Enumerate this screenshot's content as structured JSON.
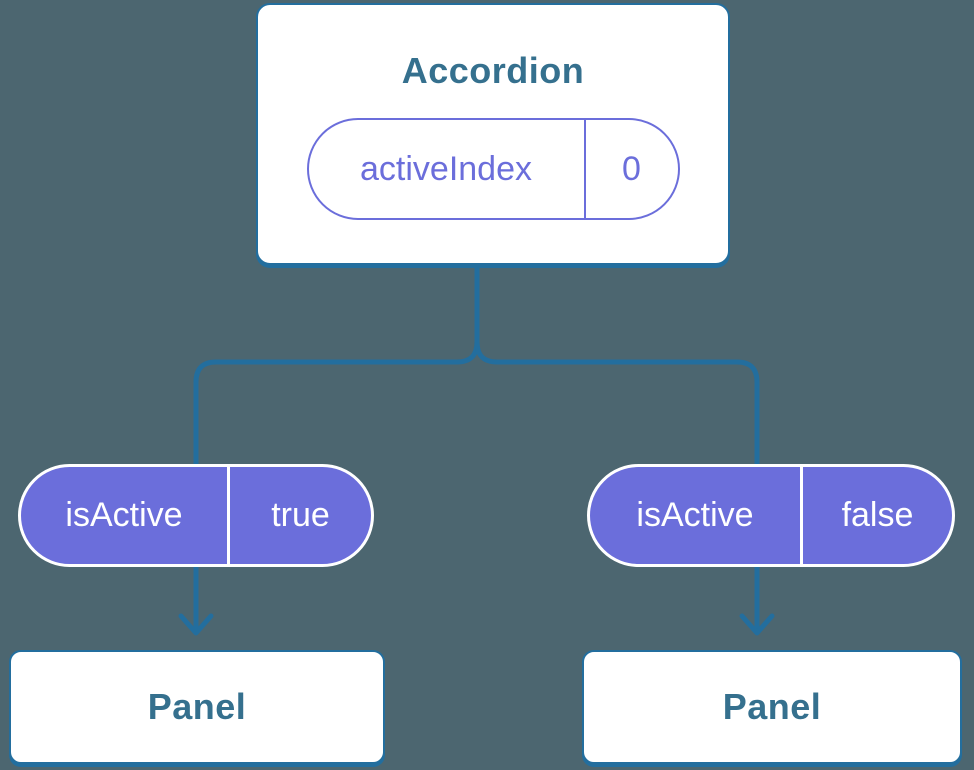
{
  "colors": {
    "bg": "#4C6670",
    "line": "#236E9E",
    "title": "#35708E",
    "purple": "#6B6EDB",
    "card": "#FFFFFF",
    "light_text": "#FFFFFF"
  },
  "diagram": {
    "root": {
      "title": "Accordion",
      "state": {
        "label": "activeIndex",
        "value": "0"
      }
    },
    "props": [
      {
        "label": "isActive",
        "value": "true"
      },
      {
        "label": "isActive",
        "value": "false"
      }
    ],
    "children": [
      {
        "title": "Panel"
      },
      {
        "title": "Panel"
      }
    ]
  }
}
